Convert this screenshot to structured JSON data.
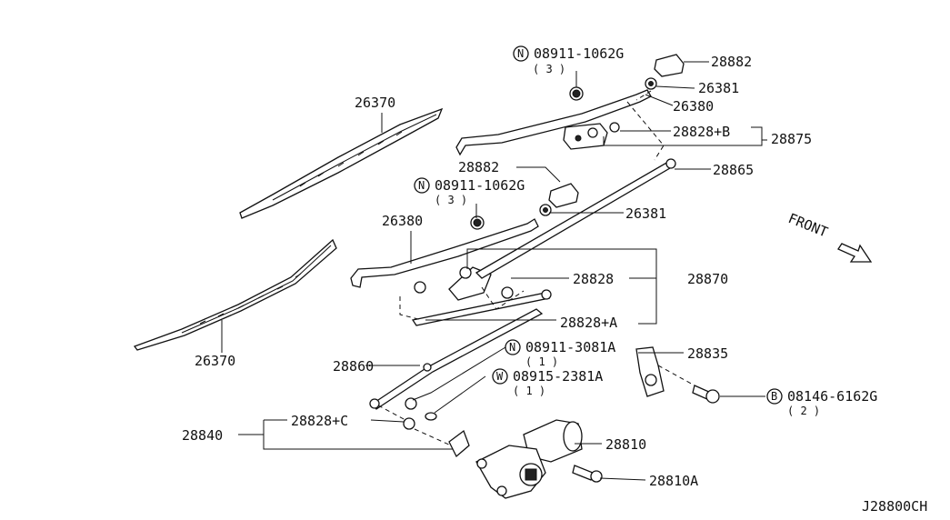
{
  "labels": {
    "p28882_top": "28882",
    "p26381_top": "26381",
    "p26380_top": "26380",
    "p28828B": "28828+B",
    "p28875": "28875",
    "p28865": "28865",
    "p26370_top": "26370",
    "p28882_mid": "28882",
    "p26380_mid": "26380",
    "p26381_mid": "26381",
    "p28828": "28828",
    "p28870": "28870",
    "p28828A": "28828+A",
    "p26370_bot": "26370",
    "p28860": "28860",
    "p28835": "28835",
    "p28840": "28840",
    "p28828C": "28828+C",
    "p28810": "28810",
    "p28810A": "28810A",
    "front": "FRONT",
    "diagram_code": "J28800CH"
  },
  "fasteners": {
    "nut_top": {
      "symbol": "N",
      "code": "08911-1062G",
      "qty": "( 3 )"
    },
    "nut_mid": {
      "symbol": "N",
      "code": "08911-1062G",
      "qty": "( 3 )"
    },
    "nut_link": {
      "symbol": "N",
      "code": "08911-3081A",
      "qty": "( 1 )"
    },
    "washer": {
      "symbol": "W",
      "code": "08915-2381A",
      "qty": "( 1 )"
    },
    "bolt": {
      "symbol": "B",
      "code": "08146-6162G",
      "qty": "( 2 )"
    }
  }
}
